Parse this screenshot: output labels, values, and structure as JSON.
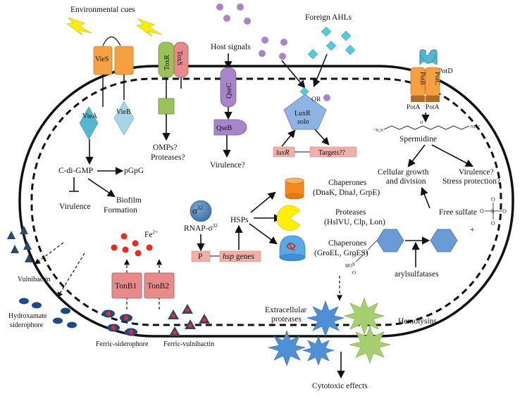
{
  "labels": {
    "environmental_cues": "Environmental cues",
    "vies": "VieS",
    "toxr": "ToxR",
    "toxs": "ToxS",
    "viea": "VieA",
    "vieb": "VieB",
    "omps_proteases_1": "OMPs?",
    "omps_proteases_2": "Proteases?",
    "c_di_gmp": "C-di-GMP",
    "pgpg": "pGpG",
    "virulence_left": "Virulence",
    "biofilm_1": "Biofilm",
    "biofilm_2": "Formation",
    "host_signals": "Host signals",
    "qsec": "QseC",
    "qseb": "QseB",
    "virulence_q": "Virulence?",
    "foreign_ahls": "Foreign AHLs",
    "or": "OR",
    "luxr_1": "LuxR",
    "luxr_2": "solo",
    "luxr_gene": "luxR",
    "targets": "Targets??",
    "potd": "PotD",
    "potb": "PotB",
    "potc": "PotC",
    "pota_1": "PotA",
    "pota_2": "PotA",
    "spermidine": "Spermidine",
    "spermidine_nh_left": "⁺H₃N",
    "spermidine_nh_mid": "H",
    "spermidine_nh_right": "NH₃⁺",
    "cellular_growth_1": "Cellular growth",
    "cellular_growth_2": "and division",
    "virulence_stress_1": "Virulence?",
    "virulence_stress_2": "Stress protection?",
    "free_sulfate": "Free sulfate",
    "arylsulfatases": "arylsulfatases",
    "sigma32": "σ",
    "sigma32_sup": "32",
    "rnap_sigma": "RNAP-σ",
    "rnap_sigma_sup": "32",
    "hsps": "HSPs",
    "promoter_p": "P",
    "hsp_genes_italic": "hsp",
    "hsp_genes_rest": " genes",
    "chaperones_1_title": "Chaperones",
    "chaperones_1_list": "(DnaK, DnaJ, GrpE)",
    "proteases_title": "Proteases",
    "proteases_list": "(HslVU, Clp, Lon)",
    "chaperones_2_title": "Chaperones",
    "chaperones_2_list": "(GroEL, GroES)",
    "fe2": "Fe",
    "fe2_sup": "2+",
    "tonb1": "TonB1",
    "tonb2": "TonB2",
    "vulnibactin": "Vulnibactin",
    "hydroxamate_1": "Hydroxamate",
    "hydroxamate_2": "siderophore",
    "ferric_siderophore": "Ferric-siderophore",
    "ferric_vulnibactin": "Ferric-vulnibactin",
    "extracellular_1": "Extracellular",
    "extracellular_2": "proteases",
    "hemolysins": "Hemolysins",
    "cytotoxic": "Cytotoxic effects"
  },
  "colors": {
    "lightning": "#ffee00",
    "orange_box": "#f5a142",
    "pink_box": "#e88a8a",
    "green_box": "#9bc25a",
    "diamond_blue": "#54b6cf",
    "diamond_light": "#a8d4e3",
    "purple": "#a685c9",
    "cyan_diamond": "#54c9de",
    "luxr_pentagon": "#8fb4e3",
    "pink_gene": "#eeb0a8",
    "hexagon": "#6b9bd6",
    "sigma_circle": "#4f83b8",
    "red_dot": "#ee2a1c",
    "dark_blue": "#1f4a8a",
    "navy_triangle": "#2c4870",
    "blue_burst": "#4e8fd6",
    "green_burst": "#a6d070",
    "yellow_pacman": "#ffef00"
  }
}
